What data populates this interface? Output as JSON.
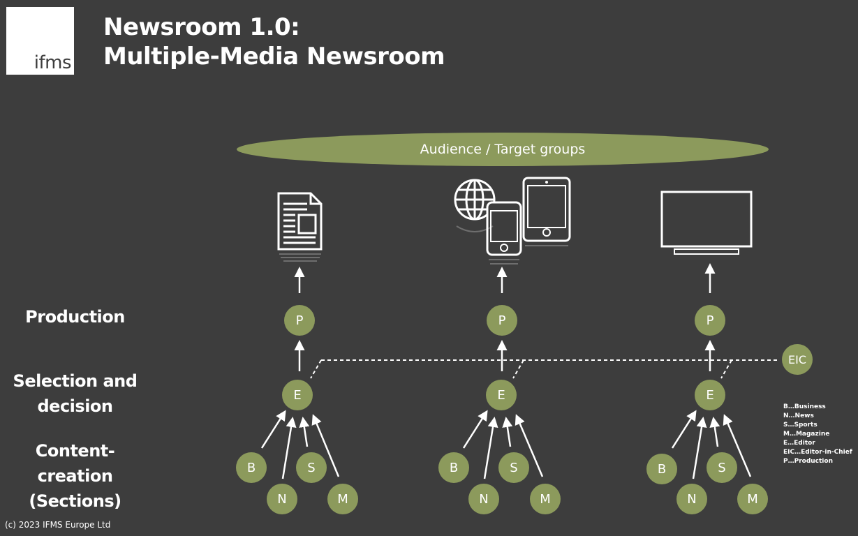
{
  "logo": {
    "text": "ifms"
  },
  "title": {
    "line1": "Newsroom 1.0:",
    "line2": "Multiple-Media Newsroom"
  },
  "audience": {
    "label": "Audience / Target groups"
  },
  "rows": {
    "production": "Production",
    "selection_line1": "Selection and",
    "selection_line2": "decision",
    "content_line1": "Content-",
    "content_line2": "creation",
    "content_line3": "(Sections)"
  },
  "media": [
    {
      "icon": "newspaper-icon"
    },
    {
      "icon": "web-mobile-tablet-icon"
    },
    {
      "icon": "tv-icon"
    }
  ],
  "nodes": {
    "production": "P",
    "editor": "E",
    "business": "B",
    "news": "N",
    "sports": "S",
    "magazine": "M",
    "eic": "EIC"
  },
  "legend": [
    "B…Business",
    "N…News",
    "S…Sports",
    "M…Magazine",
    "E…Editor",
    "EIC…Editor-in-Chief",
    "P…Production"
  ],
  "copyright": "(c) 2023 IFMS Europe Ltd",
  "colors": {
    "background": "#3d3d3d",
    "node": "#8c9a5c",
    "text": "#ffffff"
  }
}
